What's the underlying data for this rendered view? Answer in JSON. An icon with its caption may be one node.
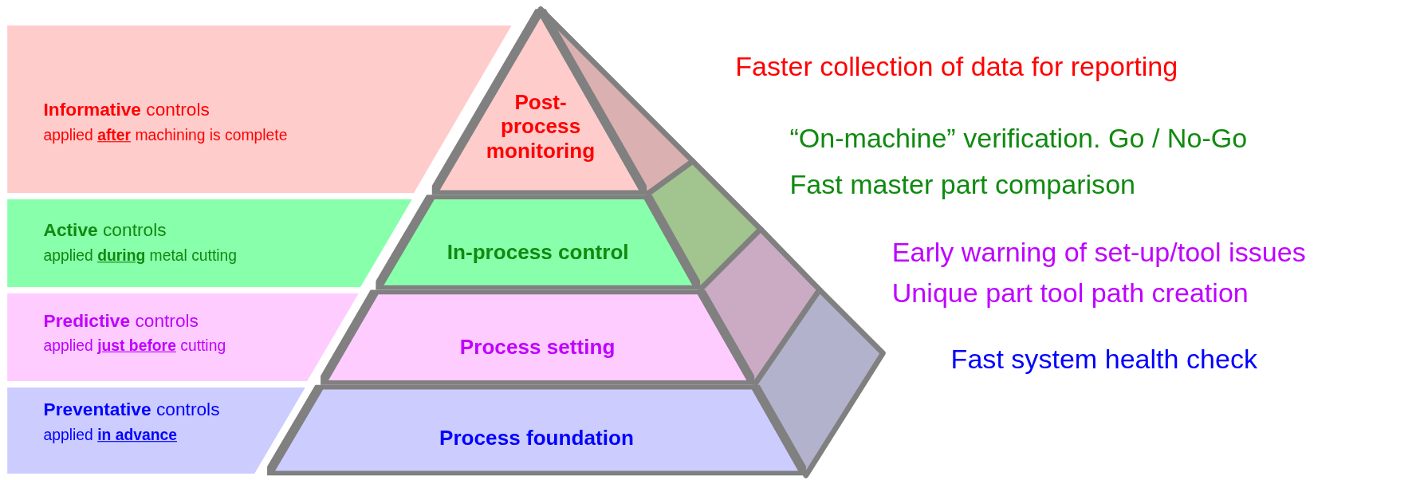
{
  "diagram": {
    "nodes": [
      {
        "text": [
          "**Informative** controls",
          "applied **after** machining is complete"
        ]
      },
      {
        "text": [
          "**Active** controls",
          "applied **during** metal cutting"
        ]
      },
      {
        "text": [
          "**Predictive** controls",
          "applied **just before** cutting"
        ]
      },
      {
        "text": [
          "**Preventative** controls",
          "applied **in advance**"
        ]
      },
      {
        "text": [
          "Post-process monitoring"
        ]
      },
      {
        "text": [
          "In-process control"
        ]
      },
      {
        "text": [
          "Process setting"
        ]
      },
      {
        "text": [
          "Process foundation"
        ]
      }
    ],
    "edges": [],
    "labels": [
      "Faster collection of data for reporting",
      "“On-machine” verification. Go / No-Go",
      "Fast master part comparison",
      "Early warning of set-up/tool issues",
      "Unique part tool path creation",
      "Fast system health check"
    ]
  }
}
